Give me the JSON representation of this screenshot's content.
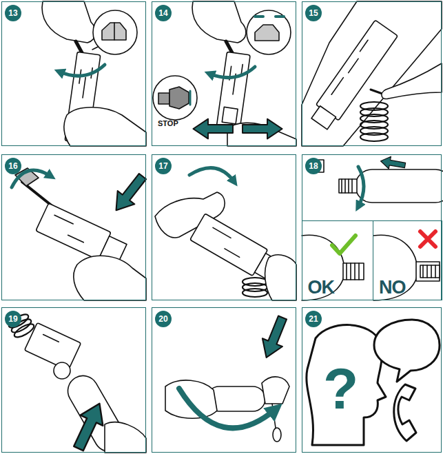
{
  "diagram": {
    "nodes": [
      {
        "text": [
          "13"
        ]
      },
      {
        "text": [
          "14"
        ]
      },
      {
        "text": [
          "15"
        ]
      },
      {
        "text": [
          "16"
        ]
      },
      {
        "text": [
          "17"
        ]
      },
      {
        "text": [
          "18"
        ]
      },
      {
        "text": [
          "OK"
        ],
        "in": 5
      },
      {
        "text": [
          "NO"
        ],
        "in": 5
      },
      {
        "text": [
          "19"
        ]
      },
      {
        "text": [
          "20"
        ]
      },
      {
        "text": [
          "21"
        ]
      }
    ],
    "labels": [
      "STOP",
      "?"
    ]
  }
}
